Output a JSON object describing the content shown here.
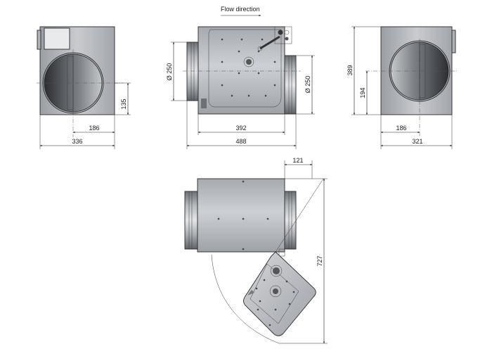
{
  "title": "Flow direction",
  "colors": {
    "housing": "#bcbec2",
    "housing_dark": "#8d9095",
    "metal": "#6f7378",
    "line": "#222222"
  },
  "front_view": {
    "dim_height": "135",
    "dim_center": "186",
    "dim_width": "336"
  },
  "side_view": {
    "dim_inlet": "Ø 250",
    "dim_outlet": "Ø 250",
    "dim_body": "392",
    "dim_total": "488"
  },
  "rear_view": {
    "dim_height": "389",
    "dim_center_height": "194",
    "dim_center": "186",
    "dim_width": "321"
  },
  "bottom_view": {
    "dim_door": "121",
    "dim_swing": "727"
  }
}
